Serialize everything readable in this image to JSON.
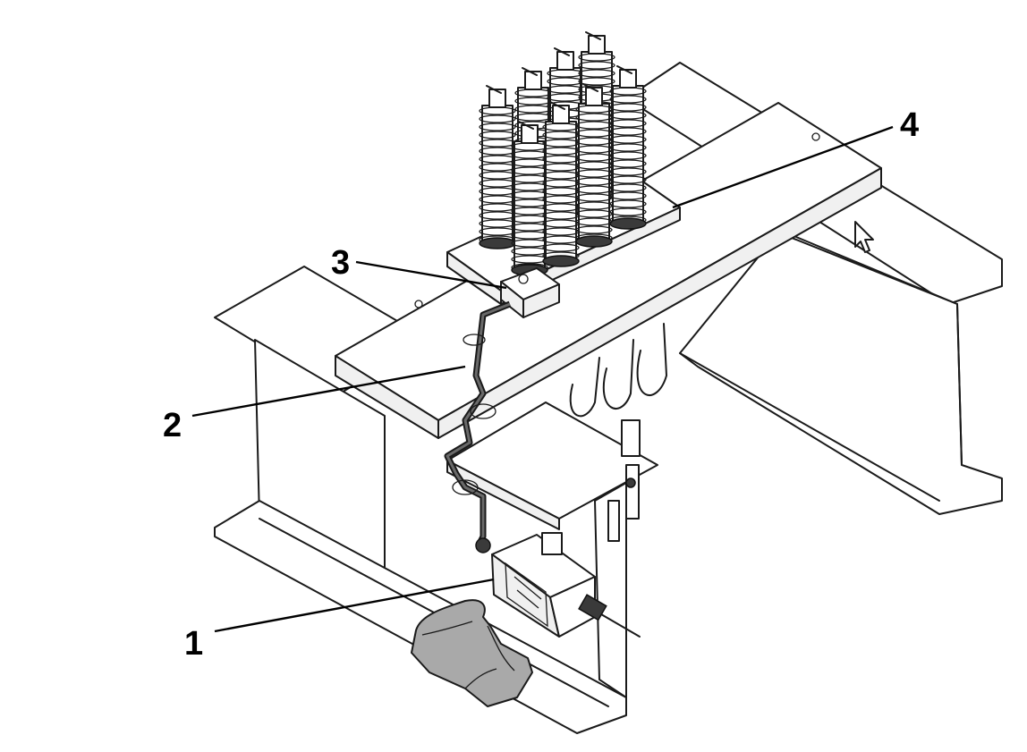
{
  "callouts": [
    {
      "id": "1",
      "label": "1"
    },
    {
      "id": "2",
      "label": "2"
    },
    {
      "id": "3",
      "label": "3"
    },
    {
      "id": "4",
      "label": "4"
    }
  ],
  "icons": {
    "pointer": "mouse-pointer-icon"
  },
  "colors": {
    "line": "#1a1a1a",
    "glove": "#a9a9a9",
    "background": "#ffffff"
  }
}
